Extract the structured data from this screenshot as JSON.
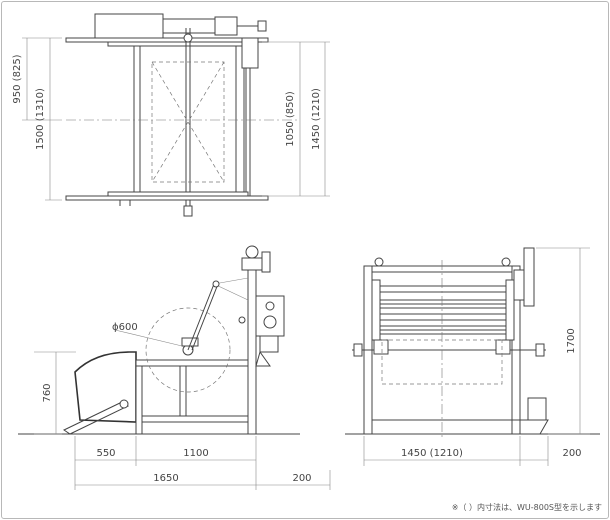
{
  "top_view": {
    "dim_950_825": "950 (825)",
    "dim_1500_1310": "1500 (1310)",
    "dim_1050_850": "1050 (850)",
    "dim_1450_1210": "1450 (1210)"
  },
  "side_view": {
    "diameter_label": "ϕ600",
    "dim_760": "760",
    "dim_550": "550",
    "dim_1100": "1100",
    "dim_1650": "1650",
    "dim_200": "200"
  },
  "front_view": {
    "dim_1700": "1700",
    "dim_1450_1210": "1450 (1210)",
    "dim_200": "200"
  },
  "footnote": "※（ ）内寸法は、WU-800S型を示します"
}
